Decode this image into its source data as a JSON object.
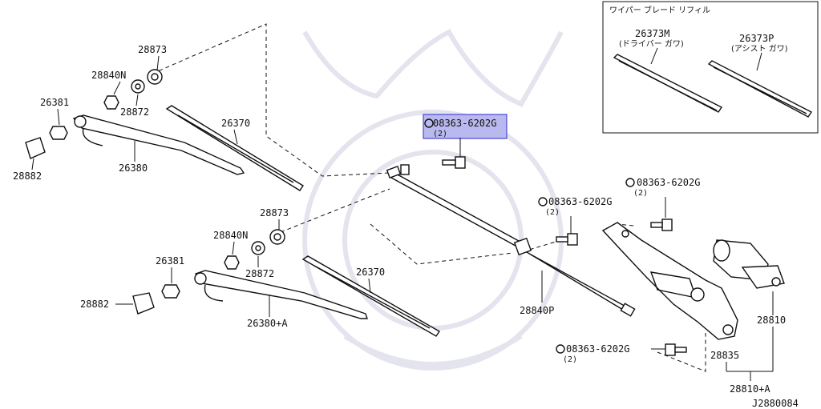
{
  "inset": {
    "title": "ワイパー ブレード リフィル",
    "left_part": "26373M",
    "left_desc": "(ドライバー ガワ)",
    "right_part": "26373P",
    "right_desc": "(アシスト ガワ)"
  },
  "labels": {
    "p28873_top": "28873",
    "p28840n_top": "28840N",
    "p26381_top": "26381",
    "p28872_top": "28872",
    "p26370_top": "26370",
    "p28882_top": "28882",
    "p26380": "26380",
    "bolt_highlight": "08363-6202G",
    "bolt_highlight_qty": "(2)",
    "bolt_right_top": "08363-6202G",
    "bolt_right_top_qty": "(2)",
    "bolt_mid": "08363-6202G",
    "bolt_mid_qty": "(2)",
    "p28873_bottom": "28873",
    "p28840n_bottom": "28840N",
    "p26381_bottom": "26381",
    "p28872_bottom": "28872",
    "p26370_bottom": "26370",
    "p28882_bottom": "28882",
    "p26380a": "26380+A",
    "p28840p": "28840P",
    "p28810": "28810",
    "bolt_bottom": "08363-6202G",
    "bolt_bottom_qty": "(2)",
    "p28835": "28835",
    "p28810a": "28810+A",
    "diagram_code": "J2880084"
  },
  "colors": {
    "highlight_fill": "#b9b9ef",
    "highlight_stroke": "#2a2ad0",
    "line": "#111111"
  }
}
